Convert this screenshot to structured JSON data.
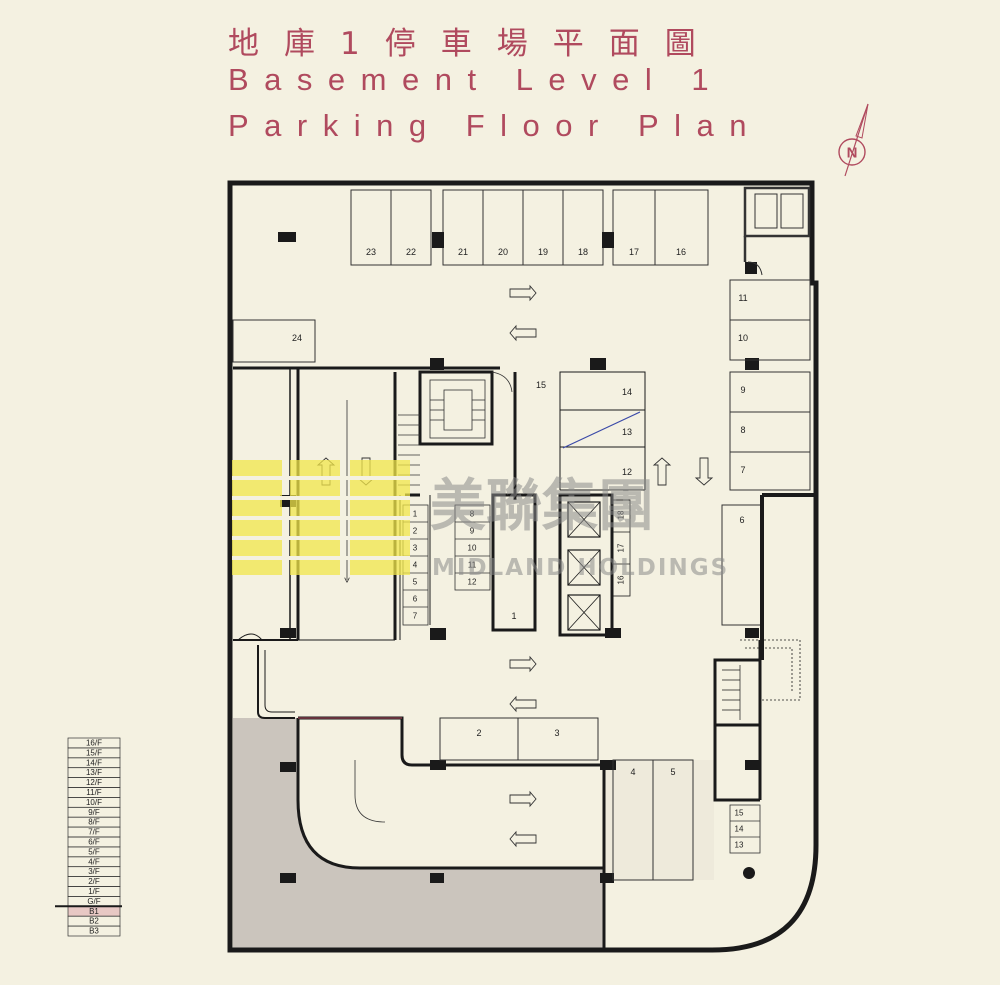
{
  "title": {
    "zh": "地庫1停車場平面圖",
    "en_line1": "Basement Level 1",
    "en_line2": "Parking Floor Plan"
  },
  "north_label": "N",
  "watermark": {
    "zh": "美聯集團",
    "en": "MIDLAND HOLDINGS"
  },
  "parking_spaces": {
    "top_row": [
      "23",
      "22",
      "21",
      "20",
      "19",
      "18",
      "17",
      "16"
    ],
    "space_24": "24",
    "right_column": [
      "11",
      "10",
      "9",
      "8",
      "7",
      "6"
    ],
    "center_block": [
      "15",
      "14",
      "13",
      "12"
    ],
    "left_small": [
      "1",
      "2",
      "3",
      "4",
      "5",
      "6",
      "7"
    ],
    "mid_small": [
      "8",
      "9",
      "10",
      "11",
      "12"
    ],
    "space_1_center": "1",
    "lift_side": [
      "18",
      "17",
      "16"
    ],
    "bottom_pair": [
      "2",
      "3"
    ],
    "bottom_right_pair": [
      "4",
      "5"
    ],
    "corner_small": [
      "15",
      "14",
      "13"
    ]
  },
  "floor_index": {
    "floors": [
      "16/F",
      "15/F",
      "14/F",
      "13/F",
      "12/F",
      "11/F",
      "10/F",
      "9/F",
      "8/F",
      "7/F",
      "6/F",
      "5/F",
      "4/F",
      "3/F",
      "2/F",
      "1/F",
      "G/F",
      "B1",
      "B2",
      "B3"
    ],
    "highlighted": "B1"
  },
  "colors": {
    "title": "#b04a5e",
    "wall": "#1a1a1a",
    "background": "#f4f1e1",
    "shaded_area": "#cbc5bd",
    "watermark_yellow": "#f2e64a"
  }
}
